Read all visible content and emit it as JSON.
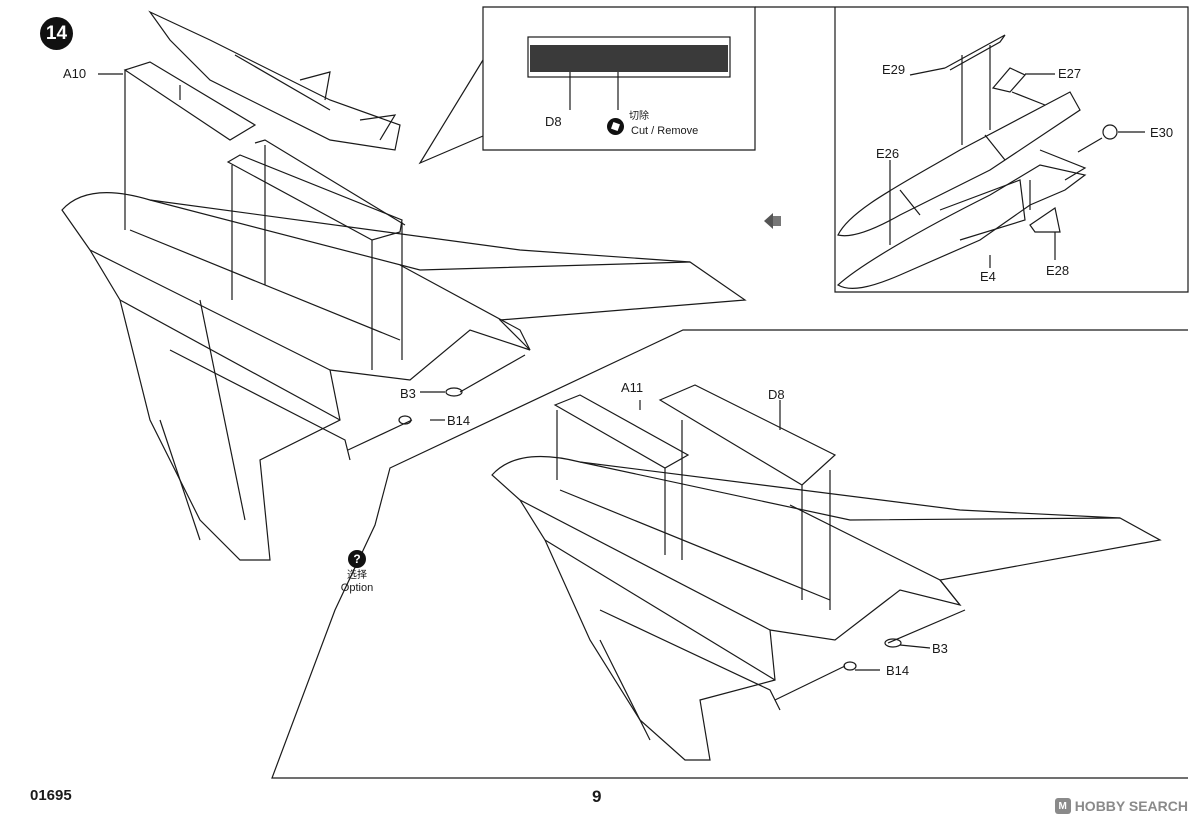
{
  "header": {
    "step_number": "14"
  },
  "footer": {
    "product_code": "01695",
    "page_number": "9"
  },
  "watermark": {
    "text": "HOBBY SEARCH",
    "logo_glyph": "M"
  },
  "cut_detail": {
    "part": "D8",
    "instruction_cn": "切除",
    "instruction_en": "Cut / Remove"
  },
  "option": {
    "label_cn": "选择",
    "label_en": "Option",
    "icon_glyph": "?"
  },
  "missile_detail": {
    "labels": [
      "E29",
      "E27",
      "E30",
      "E26",
      "E4",
      "E28"
    ]
  },
  "top_assembly": {
    "labels": [
      "A10",
      "B3",
      "B14"
    ]
  },
  "bottom_assembly": {
    "labels": [
      "A11",
      "D8",
      "B3",
      "B14"
    ]
  },
  "colors": {
    "ink": "#1a1a1a",
    "paper": "#ffffff",
    "shade": "#3a3a3a",
    "watermark": "#8a8a8a"
  }
}
